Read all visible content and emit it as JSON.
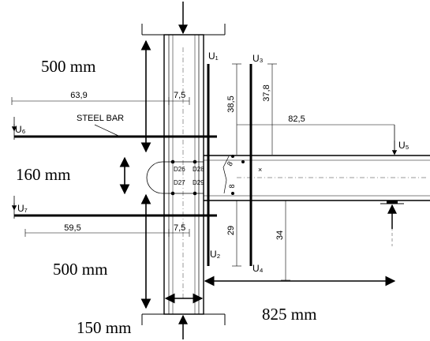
{
  "dimensions": {
    "upper_column": "500 mm",
    "joint_depth": "160 mm",
    "lower_column": "500 mm",
    "column_width": "150 mm",
    "beam_length": "825 mm"
  },
  "small_dims": {
    "left_upper_bar": "63,9",
    "left_upper_offset": "7,5",
    "left_lower_bar": "59,5",
    "left_lower_offset": "7,5",
    "u1_span": "38,5",
    "u3_span": "37,8",
    "u5_offset": "82,5",
    "u2_span": "29",
    "u4_span": "34",
    "diag_a": "8",
    "diag_b": "8"
  },
  "labels": {
    "steel_bar": "STEEL BAR",
    "u1": "U₁",
    "u2": "U₂",
    "u3": "U₃",
    "u4": "U₄",
    "u5": "U₅",
    "u6": "U₆",
    "u7": "U₇",
    "d26": "D26",
    "d28": "D28",
    "d27": "D27",
    "d29": "D29"
  }
}
